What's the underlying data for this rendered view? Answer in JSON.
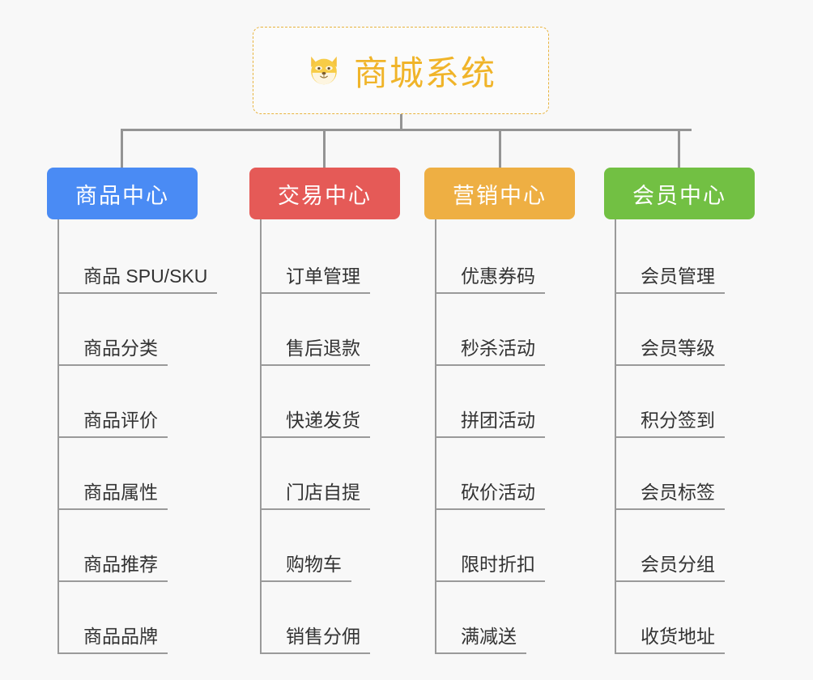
{
  "diagram": {
    "title": "商城系统",
    "root": {
      "label": "商城系统",
      "icon": "shiba-dog-face-icon",
      "text_color": "#f0b429",
      "border_color": "#e8b33e"
    },
    "background_color": "#f8f8f8",
    "connector_color": "#949494",
    "branches": [
      {
        "label": "商品中心",
        "color": "#4a8bf4",
        "items": [
          "商品 SPU/SKU",
          "商品分类",
          "商品评价",
          "商品属性",
          "商品推荐",
          "商品品牌"
        ]
      },
      {
        "label": "交易中心",
        "color": "#e55a57",
        "items": [
          "订单管理",
          "售后退款",
          "快递发货",
          "门店自提",
          "购物车",
          "销售分佣"
        ]
      },
      {
        "label": "营销中心",
        "color": "#eeaf43",
        "items": [
          "优惠券码",
          "秒杀活动",
          "拼团活动",
          "砍价活动",
          "限时折扣",
          "满减送"
        ]
      },
      {
        "label": "会员中心",
        "color": "#72c043",
        "items": [
          "会员管理",
          "会员等级",
          "积分签到",
          "会员标签",
          "会员分组",
          "收货地址"
        ]
      }
    ]
  }
}
